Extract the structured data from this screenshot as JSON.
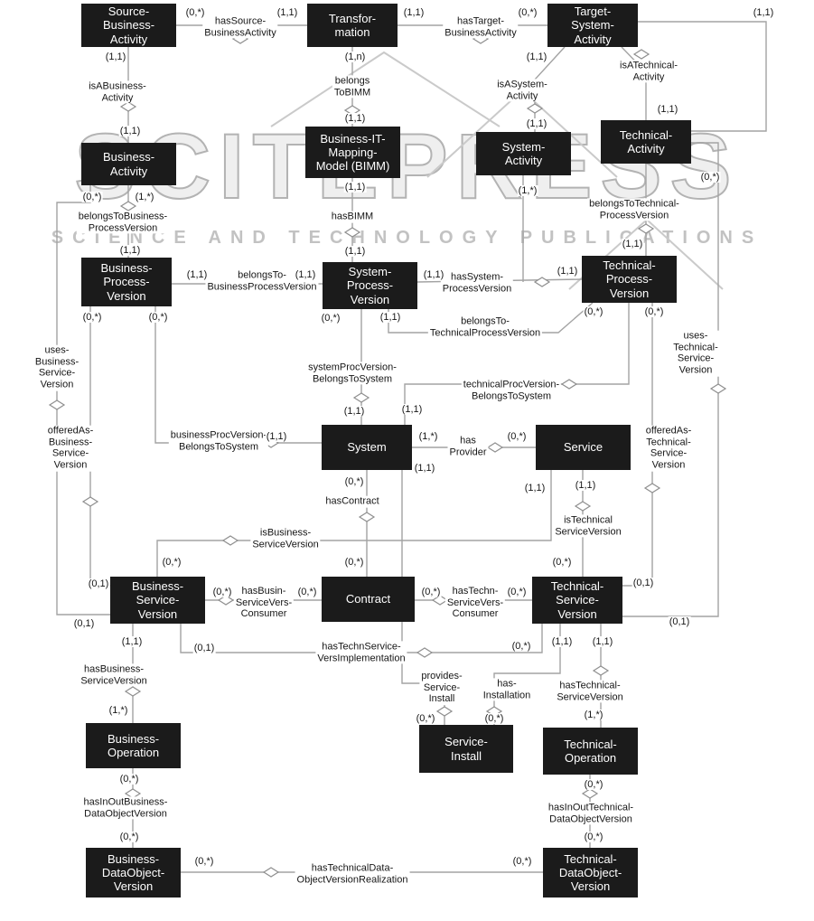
{
  "watermark": {
    "logo": "SCITEPRESS",
    "subtitle": "SCIENCE AND TECHNOLOGY PUBLICATIONS"
  },
  "colors": {
    "entity_bg": "#1b1b1b",
    "entity_text": "#ffffff",
    "line": "#a3a3a3",
    "label_text": "#161616",
    "watermark": "#c2c2c2"
  },
  "entities": [
    {
      "name": "source-business-activity",
      "label": "Source-\nBusiness-\nActivity"
    },
    {
      "name": "transformation",
      "label": "Transfor-\nmation"
    },
    {
      "name": "target-system-activity",
      "label": "Target-\nSystem-\nActivity"
    },
    {
      "name": "business-activity",
      "label": "Business-\nActivity"
    },
    {
      "name": "business-it-mapping-model",
      "label": "Business-IT-\nMapping-\nModel (BIMM)"
    },
    {
      "name": "system-activity",
      "label": "System-\nActivity"
    },
    {
      "name": "technical-activity",
      "label": "Technical-\nActivity"
    },
    {
      "name": "business-process-version",
      "label": "Business-\nProcess-\nVersion"
    },
    {
      "name": "system-process-version",
      "label": "System-\nProcess-\nVersion"
    },
    {
      "name": "technical-process-version",
      "label": "Technical-\nProcess-\nVersion"
    },
    {
      "name": "system",
      "label": "System"
    },
    {
      "name": "service",
      "label": "Service"
    },
    {
      "name": "business-service-version",
      "label": "Business-\nService-\nVersion"
    },
    {
      "name": "contract",
      "label": "Contract"
    },
    {
      "name": "technical-service-version",
      "label": "Technical-\nService-\nVersion"
    },
    {
      "name": "business-operation",
      "label": "Business-\nOperation"
    },
    {
      "name": "service-install",
      "label": "Service-\nInstall"
    },
    {
      "name": "technical-operation",
      "label": "Technical-\nOperation"
    },
    {
      "name": "business-dataobject-version",
      "label": "Business-\nDataObject-\nVersion"
    },
    {
      "name": "technical-dataobject-version",
      "label": "Technical-\nDataObject-\nVersion"
    }
  ],
  "relations": [
    {
      "label": "hasSource-\nBusinessActivity"
    },
    {
      "label": "hasTarget-\nBusinessActivity"
    },
    {
      "label": "isABusiness-\nActivity"
    },
    {
      "label": "belongs\nToBIMM"
    },
    {
      "label": "isASystem-\nActivity"
    },
    {
      "label": "isATechnical-\nActivity"
    },
    {
      "label": "belongsToBusiness-\nProcessVersion"
    },
    {
      "label": "hasBIMM"
    },
    {
      "label": "belongsToTechnical-\nProcessVersion"
    },
    {
      "label": "belongsTo-\nBusinessProcessVersion"
    },
    {
      "label": "hasSystem-\nProcessVersion"
    },
    {
      "label": "belongsTo-\nTechnicalProcessVersion"
    },
    {
      "label": "uses-\nBusiness-\nService-\nVersion"
    },
    {
      "label": "systemProcVersion-\nBelongsToSystem"
    },
    {
      "label": "technicalProcVersion-\nBelongsToSystem"
    },
    {
      "label": "uses-\nTechnical-\nService-\nVersion"
    },
    {
      "label": "offeredAs-\nBusiness-\nService-\nVersion"
    },
    {
      "label": "businessProcVersion-\nBelongsToSystem"
    },
    {
      "label": "has\nProvider"
    },
    {
      "label": "offeredAs-\nTechnical-\nService-\nVersion"
    },
    {
      "label": "hasContract"
    },
    {
      "label": "isBusiness-\nServiceVersion"
    },
    {
      "label": "isTechnical\nServiceVersion"
    },
    {
      "label": "hasBusin-\nServiceVers-\nConsumer"
    },
    {
      "label": "hasTechn-\nServiceVers-\nConsumer"
    },
    {
      "label": "hasTechnService-\nVersImplementation"
    },
    {
      "label": "hasBusiness-\nServiceVersion"
    },
    {
      "label": "provides-\nService-\nInstall"
    },
    {
      "label": "has-\nInstallation"
    },
    {
      "label": "hasTechnical-\nServiceVersion"
    },
    {
      "label": "hasInOutBusiness-\nDataObjectVersion"
    },
    {
      "label": "hasInOutTechnical-\nDataObjectVersion"
    },
    {
      "label": "hasTechnicalData-\nObjectVersionRealization"
    }
  ],
  "cardinalities": [
    "(0,*)",
    "(1,1)",
    "(1,1)",
    "(0,*)",
    "(1,1)",
    "(1,1)",
    "(1,n)",
    "(1,1)",
    "(1,1)",
    "(1,1)",
    "(1,1)",
    "(1,1)",
    "(0,*)",
    "(1,*)",
    "(1,1)",
    "(1,*)",
    "(0,*)",
    "(1,1)",
    "(1,1)",
    "(1,1)",
    "(1,1)",
    "(1,1)",
    "(1,1)",
    "(1,1)",
    "(0,*)",
    "(0,*)",
    "(0,*)",
    "(1,1)",
    "(0,*)",
    "(0,*)",
    "(1,1)",
    "(1,1)",
    "(1,1)",
    "(1,*)",
    "(0,*)",
    "(0,*)",
    "(1,1)",
    "(1,1)",
    "(1,1)",
    "(0,*)",
    "(0,*)",
    "(0,*)",
    "(0,1)",
    "(0,*)",
    "(0,*)",
    "(0,*)",
    "(0,*)",
    "(0,1)",
    "(0,1)",
    "(0,1)",
    "(1,1)",
    "(0,1)",
    "(0,*)",
    "(1,1)",
    "(1,1)",
    "(1,*)",
    "(0,*)",
    "(0,*)",
    "(1,*)",
    "(0,*)",
    "(0,*)",
    "(0,*)",
    "(0,*)",
    "(0,*)",
    "(0,*)"
  ]
}
